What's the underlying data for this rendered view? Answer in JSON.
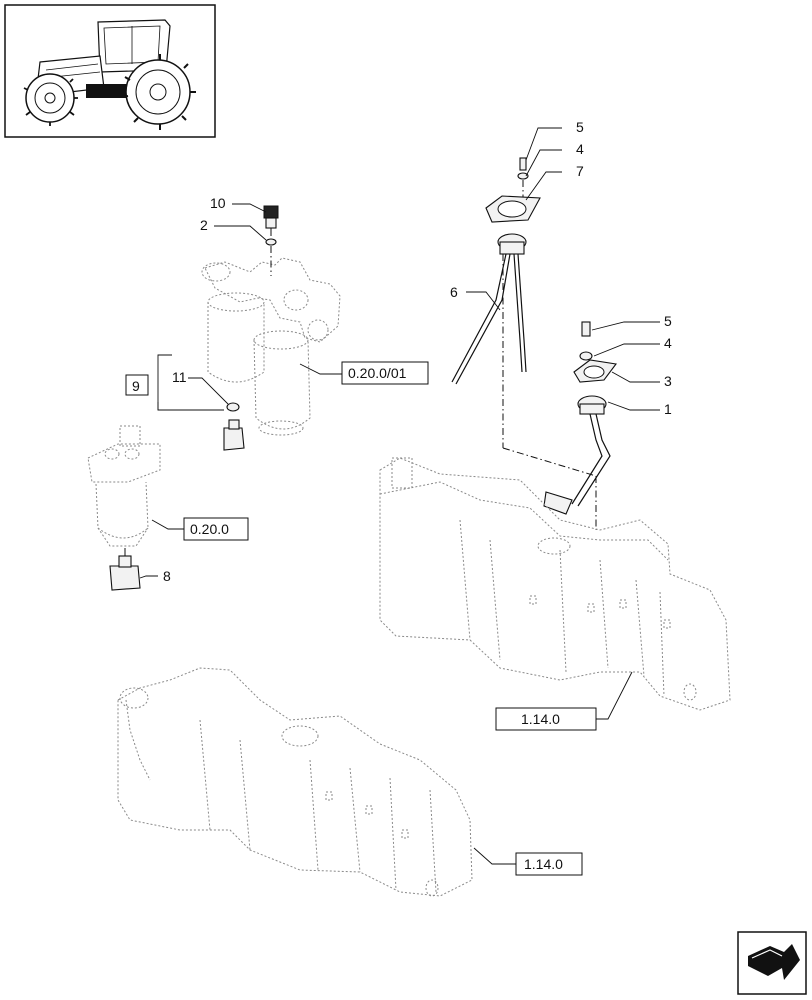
{
  "callouts": [
    "5",
    "4",
    "7",
    "10",
    "2",
    "6",
    "5",
    "4",
    "3",
    "1",
    "11",
    "9",
    "8"
  ],
  "references": [
    "0.20.0/01",
    "0.20.0",
    "1.14.0",
    "1.14.0"
  ],
  "icons": {
    "thumbnail": "tractor-thumbnail-icon",
    "navigation": "next-page-arrow-icon"
  }
}
